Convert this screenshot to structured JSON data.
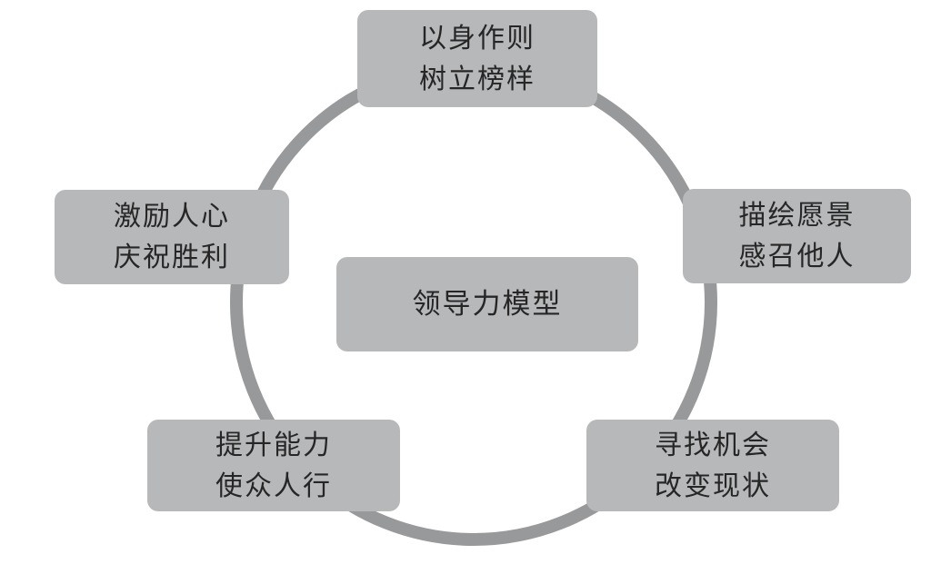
{
  "diagram": {
    "center": {
      "label": "领导力模型"
    },
    "nodes": [
      {
        "id": "top",
        "line1": "以身作则",
        "line2": "树立榜样"
      },
      {
        "id": "right",
        "line1": "描绘愿景",
        "line2": "感召他人"
      },
      {
        "id": "bottom-right",
        "line1": "寻找机会",
        "line2": "改变现状"
      },
      {
        "id": "bottom-left",
        "line1": "提升能力",
        "line2": "使众人行"
      },
      {
        "id": "left",
        "line1": "激励人心",
        "line2": "庆祝胜利"
      }
    ],
    "colors": {
      "box_fill": "#b7b8ba",
      "ring": "#98999b",
      "text": "#262626",
      "background": "#ffffff"
    }
  }
}
